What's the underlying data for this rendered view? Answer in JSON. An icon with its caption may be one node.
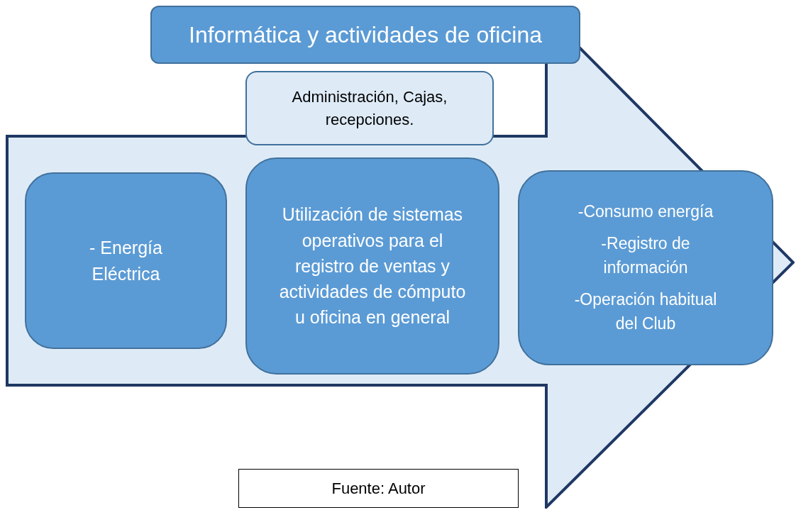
{
  "diagram": {
    "caption": "Fuente: Autor",
    "nodes": [
      {
        "text": [],
        "shape": "arrow"
      },
      {
        "text": [
          "Informática y actividades de oficina"
        ]
      },
      {
        "text": [
          "Administración, Cajas, recepciones."
        ]
      },
      {
        "text": [
          "- Energía Eléctrica"
        ],
        "in": 0
      },
      {
        "text": [
          "Utilización de sistemas operativos para el registro de ventas y actividades de cómputo u oficina en general"
        ],
        "in": 0
      },
      {
        "text": [
          "-Consumo energía",
          "-Registro de información",
          "-Operación habitual del Club"
        ],
        "in": 0
      }
    ]
  }
}
